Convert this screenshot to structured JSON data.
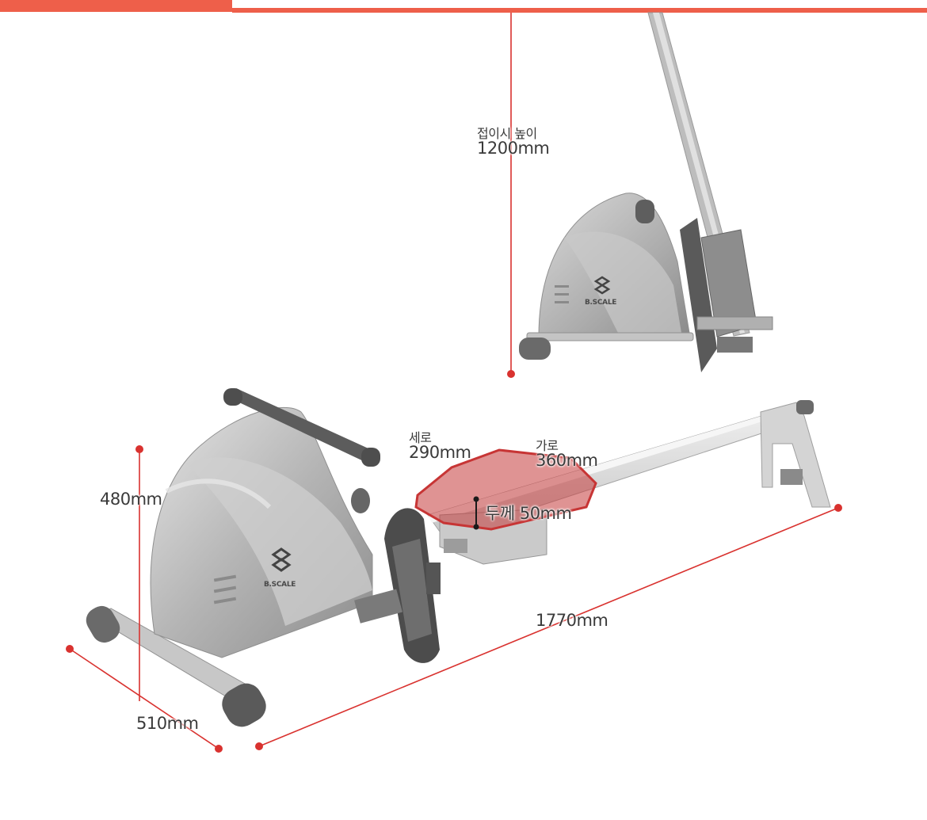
{
  "colors": {
    "accent": "#ee5f4a",
    "dimension_line": "#d9322f",
    "seat_highlight": "#c43a3a",
    "machine_light": "#d2d2d2",
    "machine_mid": "#a9a9a9",
    "machine_dark": "#5a5a5a",
    "text": "#3a3a3a"
  },
  "brand": {
    "logo_text": "B.SCALE"
  },
  "dimensions": {
    "folded_height": {
      "label": "접이시 높이",
      "value": "1200mm"
    },
    "seat_length": {
      "label": "세로",
      "value": "290mm"
    },
    "seat_width": {
      "label": "가로",
      "value": "360mm"
    },
    "seat_thickness": {
      "label": "두께",
      "value": "50mm"
    },
    "height": {
      "value": "480mm"
    },
    "width": {
      "value": "510mm"
    },
    "length": {
      "value": "1770mm"
    }
  }
}
